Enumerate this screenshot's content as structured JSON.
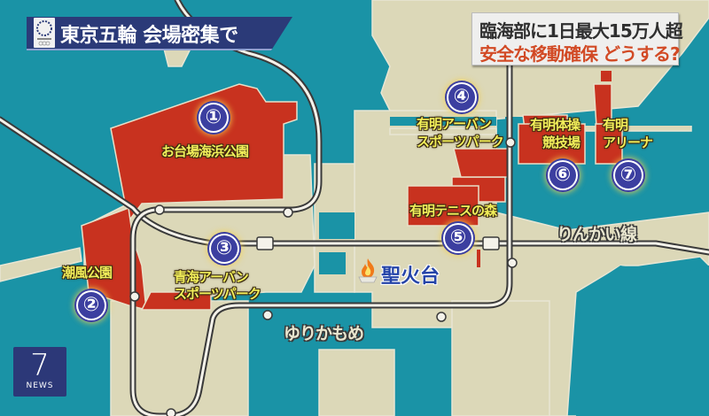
{
  "title": {
    "logo": "tokyo-2020-emblem",
    "text": "東京五輪 会場密集で"
  },
  "info_box": {
    "line1": "臨海部に1日最大15万人超",
    "line2": "安全な移動確保 どうする?"
  },
  "venues": [
    {
      "number": "①",
      "name": "お台場海浜公園"
    },
    {
      "number": "②",
      "name": "潮風公園"
    },
    {
      "number": "③",
      "name_line1": "青海アーバン",
      "name_line2": "スポーツパーク"
    },
    {
      "number": "④",
      "name_line1": "有明アーバン",
      "name_line2": "スポーツパーク"
    },
    {
      "number": "⑤",
      "name": "有明テニスの森"
    },
    {
      "number": "⑥",
      "name_line1": "有明体操",
      "name_line2": "競技場"
    },
    {
      "number": "⑦",
      "name_line1": "有明",
      "name_line2": "アリーナ"
    }
  ],
  "rail_lines": {
    "rinkai": "りんかい線",
    "yurikamome": "ゆりかもめ"
  },
  "landmark": {
    "icon": "flame-icon",
    "label": "聖火台"
  },
  "broadcaster": {
    "logo_number": "7",
    "logo_text": "NEWS"
  },
  "colors": {
    "water": "#1a93a6",
    "land": "#dcd8b8",
    "venue": "#c8321f",
    "label_yellow": "#f2ef5a",
    "badge": "#3c3fa0",
    "banner": "#2b3a78",
    "alert_red": "#d24a25",
    "torch_blue": "#2544a8"
  }
}
